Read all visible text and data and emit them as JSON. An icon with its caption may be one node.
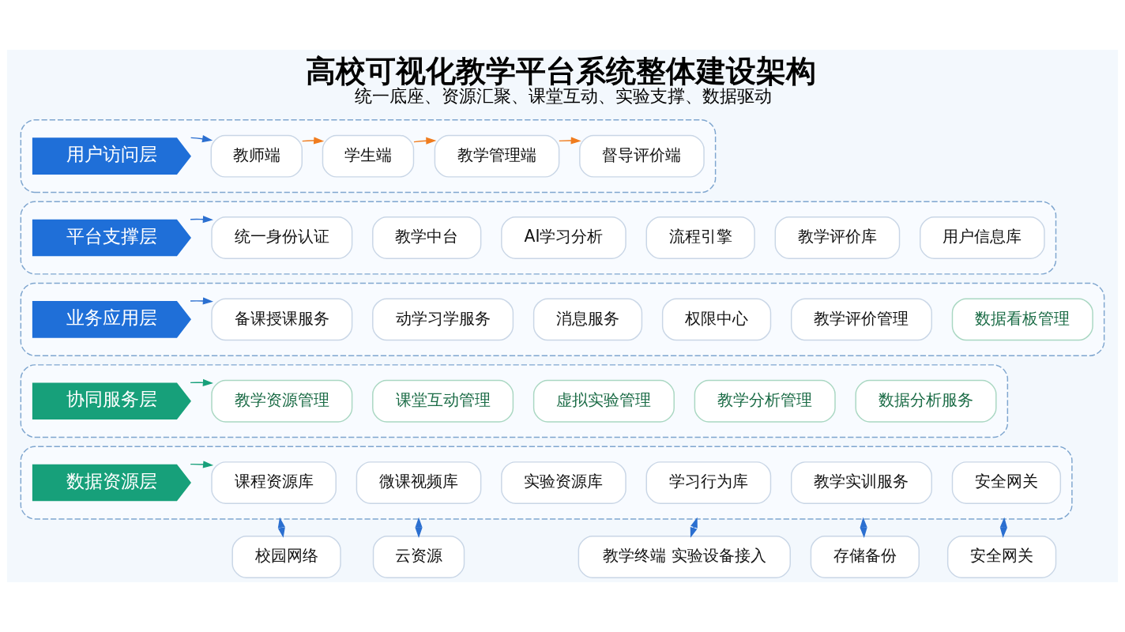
{
  "diagram": {
    "title": "高校可视化教学平台系统整体建设架构",
    "caption": "统一底座、资源汇聚、课堂互动、实验支撑、数据驱动",
    "nodes": [
      {
        "text": [],
        "shape": "box"
      },
      {
        "text": [
          "用户访问层"
        ],
        "in": 0
      },
      {
        "text": [
          "教师端"
        ],
        "in": 0
      },
      {
        "text": [
          "学生端"
        ],
        "in": 0
      },
      {
        "text": [
          "教学管理端"
        ],
        "in": 0
      },
      {
        "text": [
          "督导评价端"
        ],
        "in": 0
      },
      {
        "text": [],
        "shape": "box"
      },
      {
        "text": [
          "平台支撑层"
        ],
        "in": 6
      },
      {
        "text": [
          "统一身份认证"
        ],
        "in": 6
      },
      {
        "text": [
          "教学中台"
        ],
        "in": 6
      },
      {
        "text": [
          "AI学习分析"
        ],
        "in": 6
      },
      {
        "text": [
          "流程引擎"
        ],
        "in": 6
      },
      {
        "text": [
          "教学评价库"
        ],
        "in": 6
      },
      {
        "text": [
          "用户信息库"
        ],
        "in": 6
      },
      {
        "text": [],
        "shape": "box"
      },
      {
        "text": [
          "业务应用层"
        ],
        "in": 14
      },
      {
        "text": [
          "备课授课服务"
        ],
        "in": 14
      },
      {
        "text": [
          "动学习学服务"
        ],
        "in": 14
      },
      {
        "text": [
          "消息服务"
        ],
        "in": 14
      },
      {
        "text": [
          "权限中心"
        ],
        "in": 14
      },
      {
        "text": [
          "教学评价管理"
        ],
        "in": 14
      },
      {
        "text": [
          "数据看板管理"
        ],
        "in": 14
      },
      {
        "text": [],
        "shape": "box"
      },
      {
        "text": [
          "协同服务层"
        ],
        "in": 22
      },
      {
        "text": [
          "教学资源管理"
        ],
        "in": 22
      },
      {
        "text": [
          "课堂互动管理"
        ],
        "in": 22
      },
      {
        "text": [
          "虚拟实验管理"
        ],
        "in": 22
      },
      {
        "text": [
          "教学分析管理"
        ],
        "in": 22
      },
      {
        "text": [
          "数据分析服务"
        ],
        "in": 22
      },
      {
        "text": [],
        "shape": "box"
      },
      {
        "text": [
          "数据资源层"
        ],
        "in": 29
      },
      {
        "text": [
          "课程资源库"
        ],
        "in": 29
      },
      {
        "text": [
          "微课视频库"
        ],
        "in": 29
      },
      {
        "text": [
          "实验资源库"
        ],
        "in": 29
      },
      {
        "text": [
          "学习行为库"
        ],
        "in": 29
      },
      {
        "text": [
          "教学实训服务"
        ],
        "in": 29
      },
      {
        "text": [
          "安全网关"
        ],
        "in": 29
      },
      {
        "text": [
          "校园网络"
        ]
      },
      {
        "text": [
          "云资源"
        ]
      },
      {
        "text": [
          "教学终端 实验设备接入"
        ]
      },
      {
        "text": [
          "存储备份"
        ]
      },
      {
        "text": [
          "安全网关"
        ]
      }
    ],
    "edges": [
      {
        "from": 1,
        "to": 2,
        "arrow": "to"
      },
      {
        "from": 2,
        "to": 3,
        "arrow": "to",
        "color": "#f07c1e"
      },
      {
        "from": 3,
        "to": 4,
        "arrow": "to",
        "color": "#f07c1e"
      },
      {
        "from": 4,
        "to": 5,
        "arrow": "to",
        "color": "#f07c1e"
      },
      {
        "from": 7,
        "to": 8,
        "arrow": "to"
      },
      {
        "from": 15,
        "to": 16,
        "arrow": "to"
      },
      {
        "from": 23,
        "to": 24,
        "arrow": "to",
        "color": "#17a07a"
      },
      {
        "from": 30,
        "to": 31,
        "arrow": "to",
        "color": "#17a07a"
      },
      {
        "from": 29,
        "to": 37,
        "arrow": "both"
      },
      {
        "from": 29,
        "to": 38,
        "arrow": "both"
      },
      {
        "from": 29,
        "to": 39,
        "arrow": "both"
      },
      {
        "from": 29,
        "to": 40,
        "arrow": "both"
      },
      {
        "from": 29,
        "to": 41,
        "arrow": "both"
      }
    ]
  }
}
